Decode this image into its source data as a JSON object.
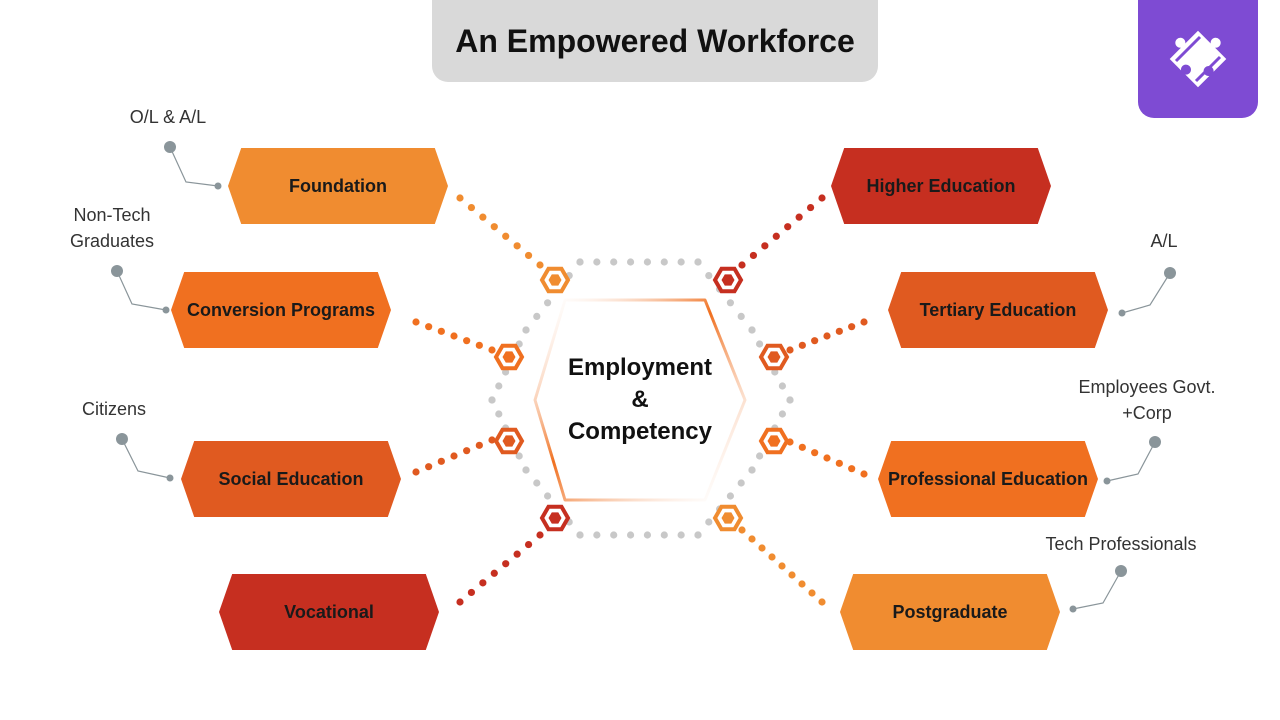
{
  "title": "An Empowered Workforce",
  "logo_icon": "puzzle-pieces-icon",
  "center": {
    "line1": "Employment",
    "line2": "&",
    "line3": "Competency"
  },
  "colors": {
    "orange_light": "#f08c30",
    "orange": "#f07020",
    "orange_dark": "#e05a20",
    "red": "#c62f20",
    "gray": "#7f8c8d",
    "dot_gray": "#c8c8c8",
    "title_bg": "#d9d9d9",
    "logo_bg": "#7e4bd3"
  },
  "left": {
    "foundation": "Foundation",
    "conversion": "Conversion Programs",
    "social": "Social Education",
    "vocational": "Vocational"
  },
  "right": {
    "higher": "Higher Education",
    "tertiary": "Tertiary Education",
    "professional": "Professional Education",
    "postgraduate": "Postgraduate"
  },
  "labels": {
    "ol_al": "O/L & A/L",
    "non_tech_line1": "Non-Tech",
    "non_tech_line2": "Graduates",
    "citizens": "Citizens",
    "al": "A/L",
    "employees_line1": "Employees Govt.",
    "employees_line2": "+Corp",
    "tech_professionals": "Tech Professionals"
  }
}
